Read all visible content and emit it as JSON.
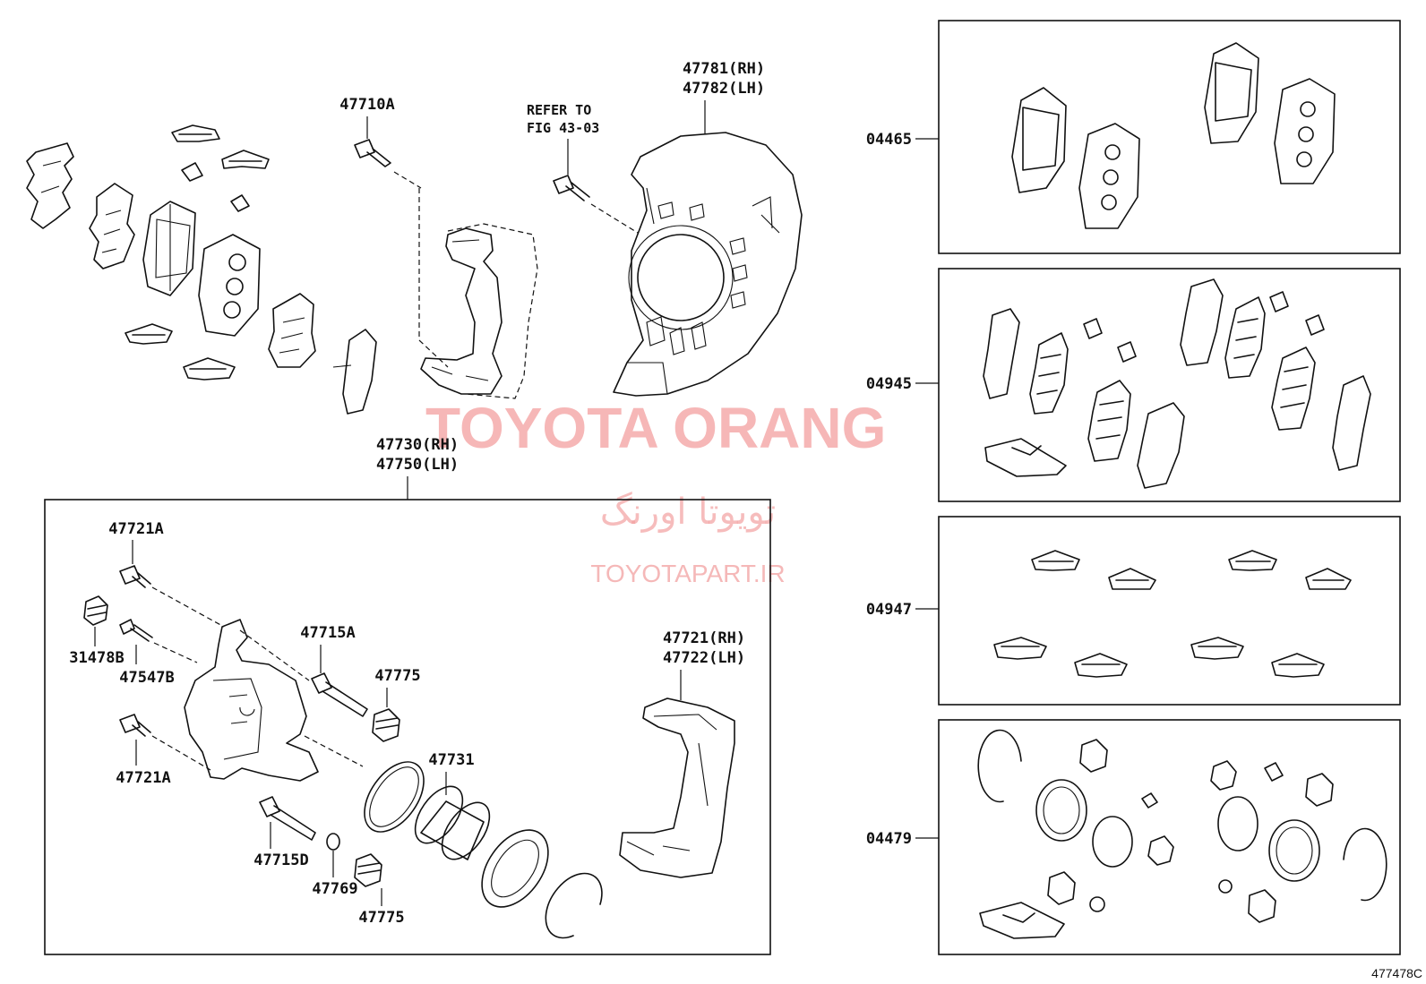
{
  "diagram": {
    "figure_code": "477478C",
    "watermark": {
      "title": "TOYOTA ORANG",
      "persian": "تویوتا اورنگ",
      "url": "TOYOTAPART.IR"
    },
    "refer_note": [
      "REFER TO",
      "FIG 43-03"
    ],
    "callouts": {
      "p47710A": "47710A",
      "p47781": "47781(RH)",
      "p47782": "47782(LH)",
      "p47730": "47730(RH)",
      "p47750": "47750(LH)",
      "p47721A_top": "47721A",
      "p31478B": "31478B",
      "p47547B": "47547B",
      "p47721A_bot": "47721A",
      "p47715A": "47715A",
      "p47775_top": "47775",
      "p47731": "47731",
      "p47715D": "47715D",
      "p47769": "47769",
      "p47775_bot": "47775",
      "p47721": "47721(RH)",
      "p47722": "47722(LH)"
    },
    "kits": [
      {
        "code": "04465"
      },
      {
        "code": "04945"
      },
      {
        "code": "04947"
      },
      {
        "code": "04479"
      }
    ]
  }
}
